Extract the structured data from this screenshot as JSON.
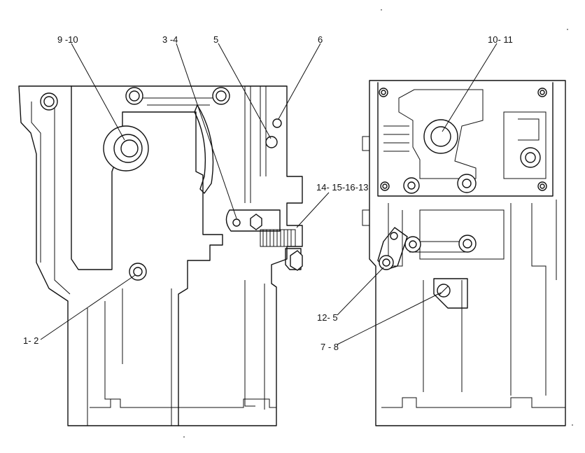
{
  "callouts": {
    "c_9_10": "9 -10",
    "c_3_4": "3 -4",
    "c_5": "5",
    "c_6": "6",
    "c_10_11": "10- 11",
    "c_14_15_16_13": "14- 15-16-13",
    "c_1_2": "1- 2",
    "c_12_5": "12- 5",
    "c_7_8": "7 - 8"
  }
}
